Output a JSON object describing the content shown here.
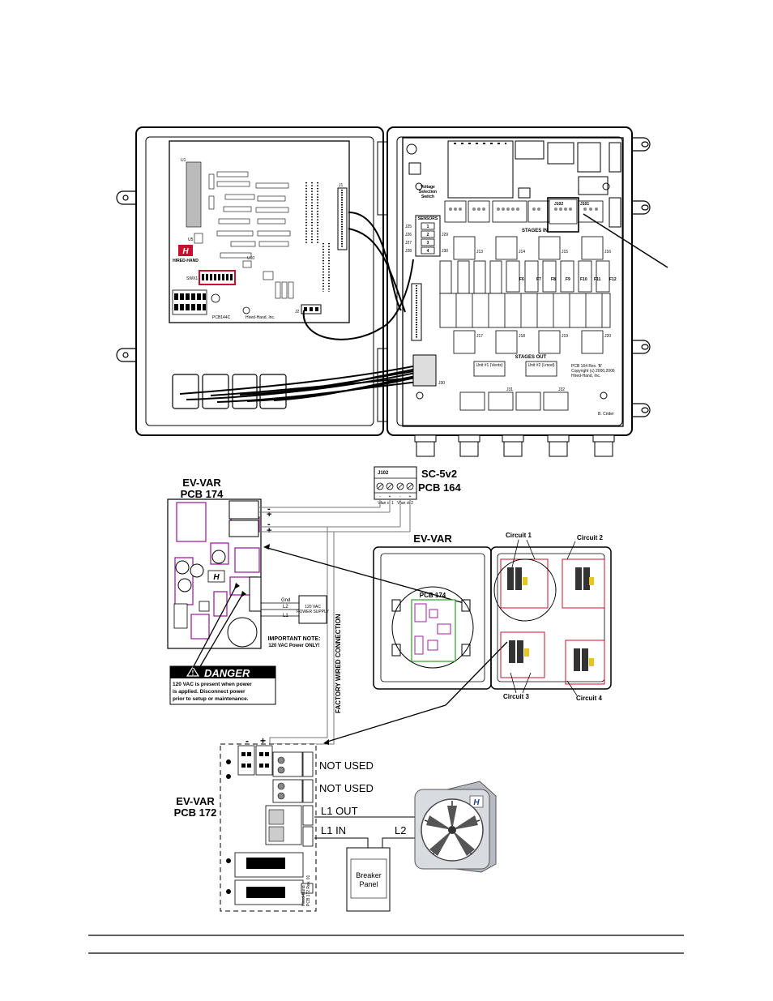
{
  "controller": {
    "left_board": {
      "components": [
        "U1",
        "U5",
        "U10",
        "J1",
        "J2",
        "SWX1"
      ],
      "brand": "HIRED-HAND",
      "pcb_id": "PCB144C",
      "maker": "Hired-Hand, Inc."
    },
    "right_board": {
      "voltage_switch": [
        "Voltage",
        "Selection",
        "Switch"
      ],
      "sensors_title": "SENSORS",
      "sensor_numbers": [
        "1",
        "2",
        "3",
        "4"
      ],
      "sensor_jacks": [
        "J25",
        "J26",
        "J27",
        "J28",
        "J29",
        "J30"
      ],
      "stages_in": "STAGES IN",
      "stages_out": "STAGES OUT",
      "connectors_in": [
        "J13",
        "J14",
        "J15",
        "J16"
      ],
      "connectors_out": [
        "J17",
        "J18",
        "J19",
        "J20"
      ],
      "connectors_top": [
        "J102",
        "J101"
      ],
      "fuses": [
        "F6",
        "F7",
        "F8",
        "F9",
        "F10",
        "F11",
        "F12"
      ],
      "unit1": "Unit #1 (Vents)",
      "unit2": "Unit #2 (Lmod)",
      "unit_jacks": [
        "J31",
        "J32"
      ],
      "j30": "J30",
      "pcb_info": [
        "PCB 164 Rev. 'B'",
        "Copyright (c) 2000,2006",
        "Hired-Hand, Inc."
      ],
      "signature": "B. Crider"
    }
  },
  "ev_var_pcb174": {
    "title": [
      "EV-VAR",
      "PCB 174"
    ],
    "polarity": [
      "-",
      "+",
      "-",
      "+"
    ],
    "supply_labels": [
      "Gnd",
      "L2",
      "L1"
    ],
    "power_supply": [
      "120 VAC",
      "POWER SUPPLY"
    ],
    "note": [
      "IMPORTANT NOTE:",
      "120 VAC Power ONLY!"
    ]
  },
  "danger": {
    "title": "DANGER",
    "text": [
      "120 VAC is present when power",
      "is applied.  Disconnect power",
      "prior to setup or maintenance."
    ]
  },
  "sc5v2": {
    "title": [
      "SC-5v2",
      "PCB 164"
    ],
    "jack": "J102",
    "pins": [
      "-",
      "+",
      "-",
      "+"
    ],
    "pin_labels": [
      "Vfan ct 1",
      "Vfan ct 2"
    ]
  },
  "factory_wire": "FACTORY WIRED CONNECTION",
  "ev_var_box": {
    "title": "EV-VAR",
    "pcb": "PCB 174",
    "circuits": [
      "Circuit 1",
      "Circuit 2",
      "Circuit 3",
      "Circuit 4"
    ]
  },
  "pcb172": {
    "title": [
      "EV-VAR",
      "PCB 172"
    ],
    "polarity": [
      "-",
      "+"
    ],
    "labels": [
      "NOT USED",
      "NOT USED",
      "L1 OUT",
      "L1 IN",
      "L2"
    ],
    "breaker": [
      "Breaker",
      "Panel"
    ],
    "maker": [
      "Hired-Hand",
      "PCB 172 Rev. 01"
    ]
  }
}
